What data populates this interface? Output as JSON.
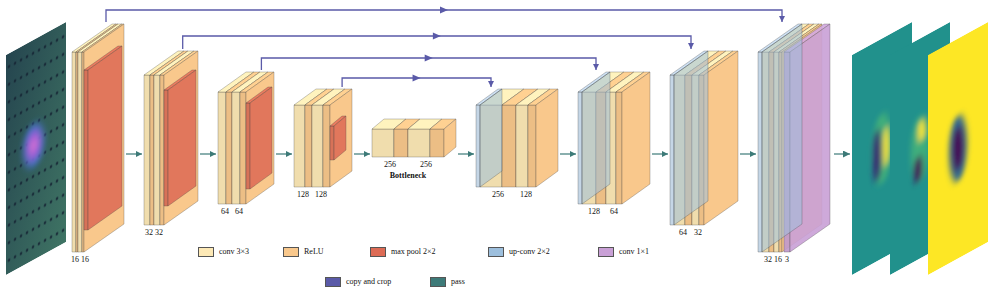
{
  "diagram": {
    "nodes": [
      {
        "text": [
          "16",
          "16"
        ]
      },
      {
        "text": [
          "32",
          "32"
        ]
      },
      {
        "text": [
          "64",
          "64"
        ]
      },
      {
        "text": [
          "128",
          "128"
        ]
      },
      {
        "text": [
          "256",
          "256",
          "Bottleneck"
        ]
      },
      {
        "text": [
          "256",
          "128"
        ]
      },
      {
        "text": [
          "128",
          "64"
        ]
      },
      {
        "text": [
          "64",
          "32"
        ]
      },
      {
        "text": [
          "32",
          "16",
          "3"
        ]
      }
    ],
    "edges": [
      {
        "from": 0,
        "to": 1,
        "arrow": "to"
      },
      {
        "from": 1,
        "to": 2,
        "arrow": "to"
      },
      {
        "from": 2,
        "to": 3,
        "arrow": "to"
      },
      {
        "from": 3,
        "to": 4,
        "arrow": "to"
      },
      {
        "from": 4,
        "to": 5,
        "arrow": "to"
      },
      {
        "from": 5,
        "to": 6,
        "arrow": "to"
      },
      {
        "from": 6,
        "to": 7,
        "arrow": "to"
      },
      {
        "from": 7,
        "to": 8,
        "arrow": "to"
      },
      {
        "from": 0,
        "to": 8,
        "arrow": "to"
      },
      {
        "from": 1,
        "to": 7,
        "arrow": "to"
      },
      {
        "from": 2,
        "to": 6,
        "arrow": "to"
      },
      {
        "from": 3,
        "to": 5,
        "arrow": "to"
      }
    ],
    "legend": [
      {
        "text": "conv 3×3",
        "color": "#fde9b6"
      },
      {
        "text": "ReLU",
        "color": "#f9c88c"
      },
      {
        "text": "max pool 2×2",
        "color": "#dd6b55"
      },
      {
        "text": "up-conv 2×2",
        "color": "#9dbfdd"
      },
      {
        "text": "conv 1×1",
        "color": "#c9a0d6"
      },
      {
        "text": "copy and crop",
        "color": "#5a5aa8"
      },
      {
        "text": "pass",
        "color": "#3d7a78"
      }
    ]
  }
}
